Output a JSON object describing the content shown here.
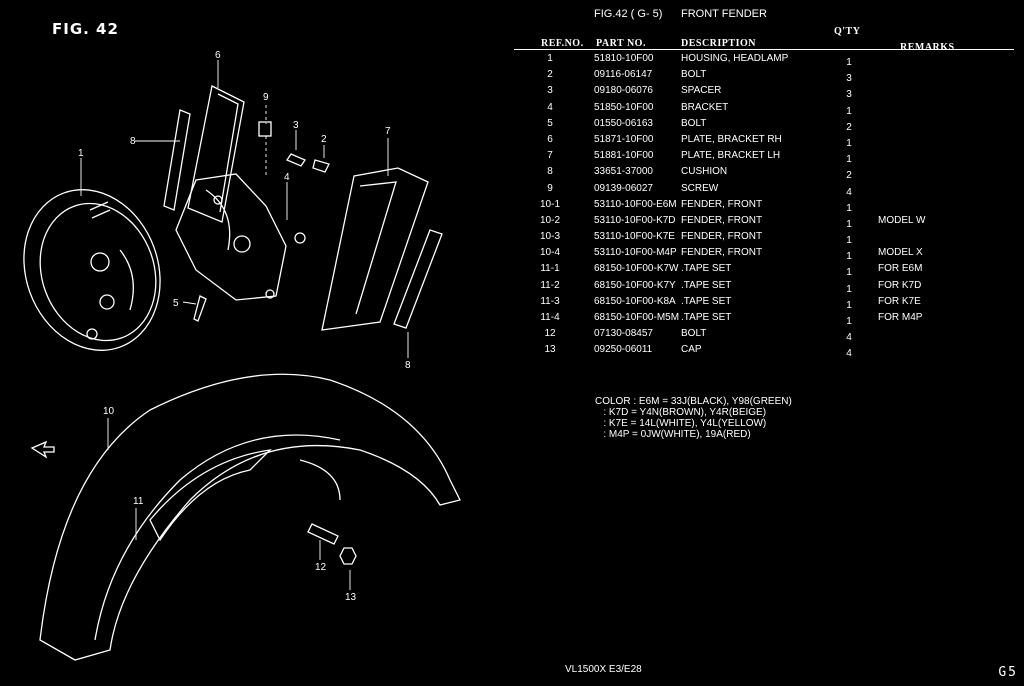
{
  "figure_label": "FIG. 42",
  "header": {
    "fig_ref": "FIG.42 ( G- 5)",
    "title": "FRONT FENDER",
    "col_ref": "REF.NO.",
    "col_part": "PART NO.",
    "col_desc": "DESCRIPTION",
    "col_qty": "Q'TY",
    "col_remarks": "REMARKS"
  },
  "parts": [
    {
      "ref": "1",
      "part": "51810-10F00",
      "desc": "HOUSING, HEADLAMP",
      "qty": "1",
      "remarks": ""
    },
    {
      "ref": "2",
      "part": "09116-06147",
      "desc": "BOLT",
      "qty": "3",
      "remarks": ""
    },
    {
      "ref": "3",
      "part": "09180-06076",
      "desc": "SPACER",
      "qty": "3",
      "remarks": ""
    },
    {
      "ref": "4",
      "part": "51850-10F00",
      "desc": "BRACKET",
      "qty": "1",
      "remarks": ""
    },
    {
      "ref": "5",
      "part": "01550-06163",
      "desc": "BOLT",
      "qty": "2",
      "remarks": ""
    },
    {
      "ref": "6",
      "part": "51871-10F00",
      "desc": "PLATE, BRACKET RH",
      "qty": "1",
      "remarks": ""
    },
    {
      "ref": "7",
      "part": "51881-10F00",
      "desc": "PLATE, BRACKET LH",
      "qty": "1",
      "remarks": ""
    },
    {
      "ref": "8",
      "part": "33651-37000",
      "desc": "CUSHION",
      "qty": "2",
      "remarks": ""
    },
    {
      "ref": "9",
      "part": "09139-06027",
      "desc": "SCREW",
      "qty": "4",
      "remarks": ""
    },
    {
      "ref": "10-1",
      "part": "53110-10F00-E6M",
      "desc": "FENDER, FRONT",
      "qty": "1",
      "remarks": ""
    },
    {
      "ref": "10-2",
      "part": "53110-10F00-K7D",
      "desc": "FENDER, FRONT",
      "qty": "1",
      "remarks": "MODEL W"
    },
    {
      "ref": "10-3",
      "part": "53110-10F00-K7E",
      "desc": "FENDER, FRONT",
      "qty": "1",
      "remarks": ""
    },
    {
      "ref": "10-4",
      "part": "53110-10F00-M4P",
      "desc": "FENDER, FRONT",
      "qty": "1",
      "remarks": "MODEL X"
    },
    {
      "ref": "11-1",
      "part": "68150-10F00-K7W",
      "desc": ".TAPE SET",
      "qty": "1",
      "remarks": "FOR E6M"
    },
    {
      "ref": "11-2",
      "part": "68150-10F00-K7Y",
      "desc": ".TAPE SET",
      "qty": "1",
      "remarks": "FOR K7D"
    },
    {
      "ref": "11-3",
      "part": "68150-10F00-K8A",
      "desc": ".TAPE SET",
      "qty": "1",
      "remarks": "FOR K7E"
    },
    {
      "ref": "11-4",
      "part": "68150-10F00-M5M",
      "desc": ".TAPE SET",
      "qty": "1",
      "remarks": "FOR M4P"
    },
    {
      "ref": "12",
      "part": "07130-08457",
      "desc": "BOLT",
      "qty": "4",
      "remarks": ""
    },
    {
      "ref": "13",
      "part": "09250-06011",
      "desc": "CAP",
      "qty": "4",
      "remarks": ""
    }
  ],
  "color_notes": [
    "COLOR : E6M = 33J(BLACK), Y98(GREEN)",
    "   : K7D = Y4N(BROWN), Y4R(BEIGE)",
    "   : K7E = 14L(WHITE), Y4L(YELLOW)",
    "   : M4P = 0JW(WHITE), 19A(RED)"
  ],
  "diagram_callouts": [
    "1",
    "2",
    "3",
    "4",
    "5",
    "6",
    "7",
    "8",
    "8",
    "9",
    "10",
    "11",
    "12",
    "13"
  ],
  "footer": {
    "model": "VL1500X  E3/E28",
    "page": "G5"
  }
}
